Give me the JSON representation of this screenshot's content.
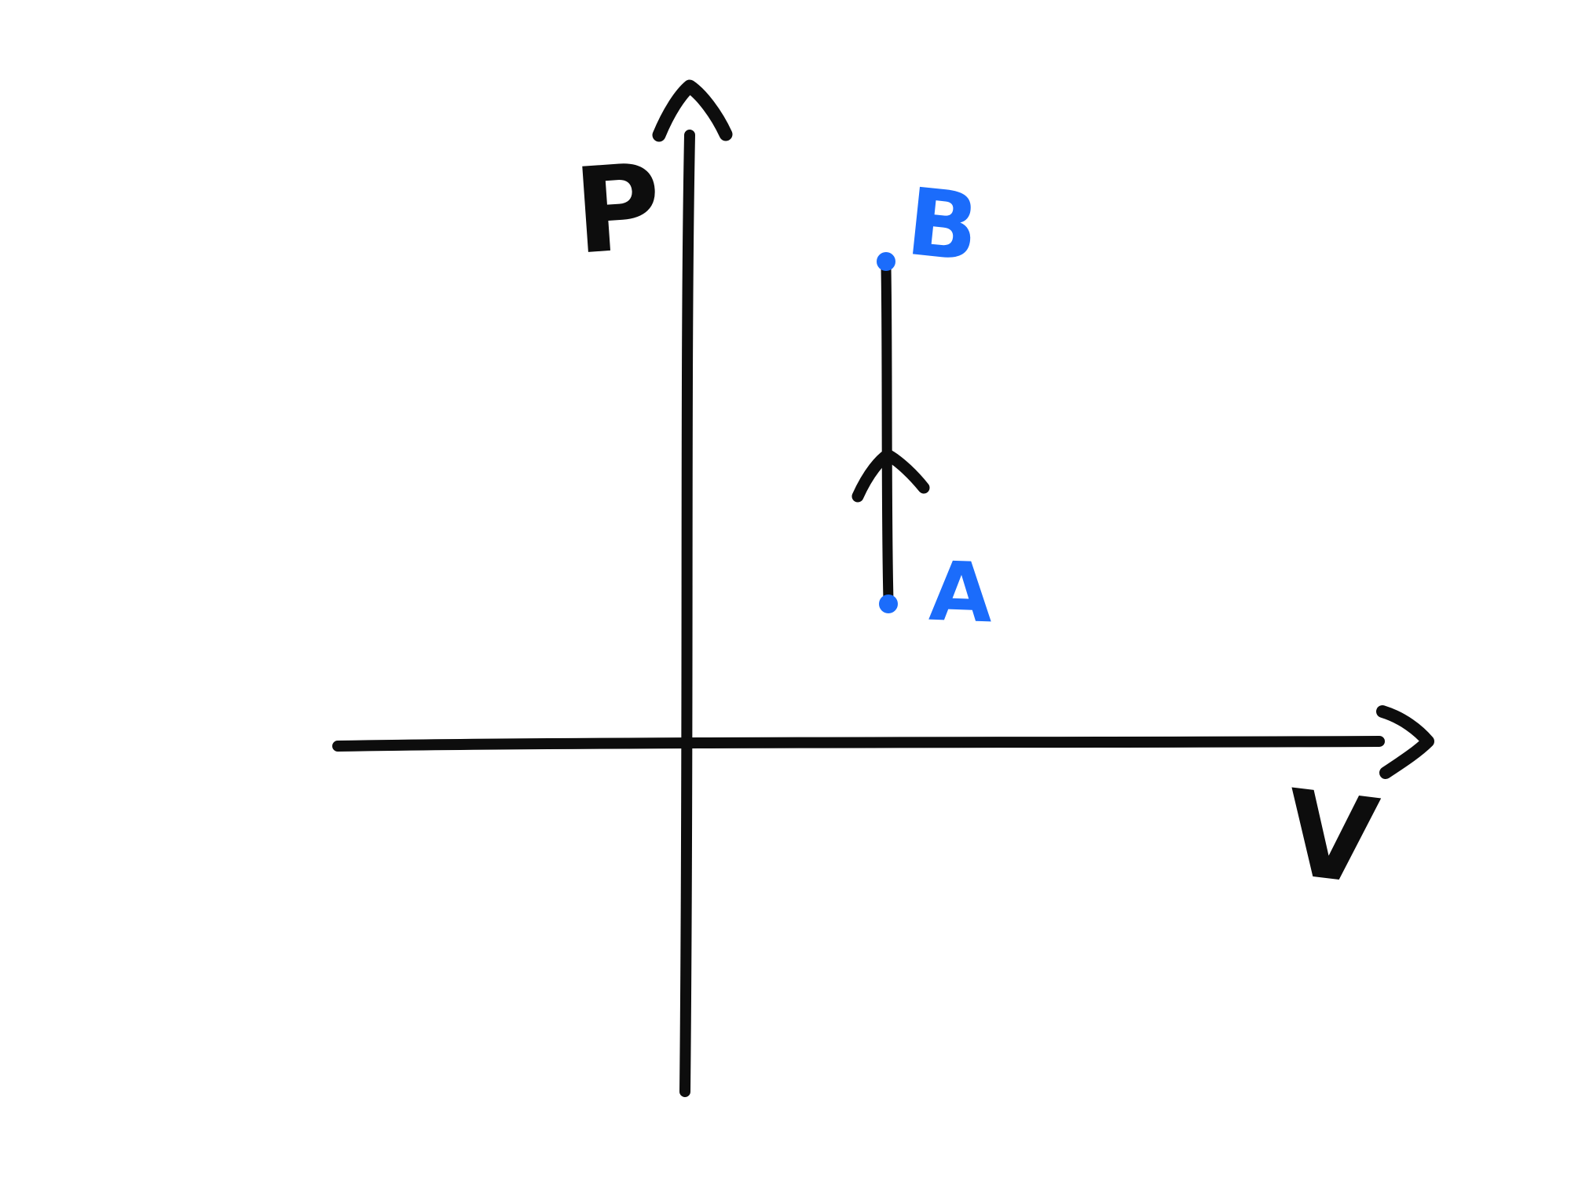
{
  "colors": {
    "ink": "#0d0d0d",
    "accent": "#1b6cfb",
    "background": "#ffffff"
  },
  "chart_data": {
    "type": "line",
    "title": "",
    "xlabel": "V",
    "ylabel": "P",
    "grid": false,
    "legend": "none",
    "axes": {
      "style": "hand-drawn, chevron arrowheads on positive ends",
      "ticks": "none (qualitative sketch, no numeric scale)",
      "x_range_frac": [
        0,
        1
      ],
      "y_range_frac": [
        0,
        1
      ]
    },
    "series": [
      {
        "name": "process A to B",
        "shape": "vertical segment at constant V with upward direction arrow at midpoint",
        "marker": "small filled blue dot at each endpoint",
        "points": [
          {
            "label": "A",
            "x_frac": 0.28,
            "y_frac": 0.21
          },
          {
            "label": "B",
            "x_frac": 0.28,
            "y_frac": 0.74
          }
        ]
      }
    ]
  }
}
